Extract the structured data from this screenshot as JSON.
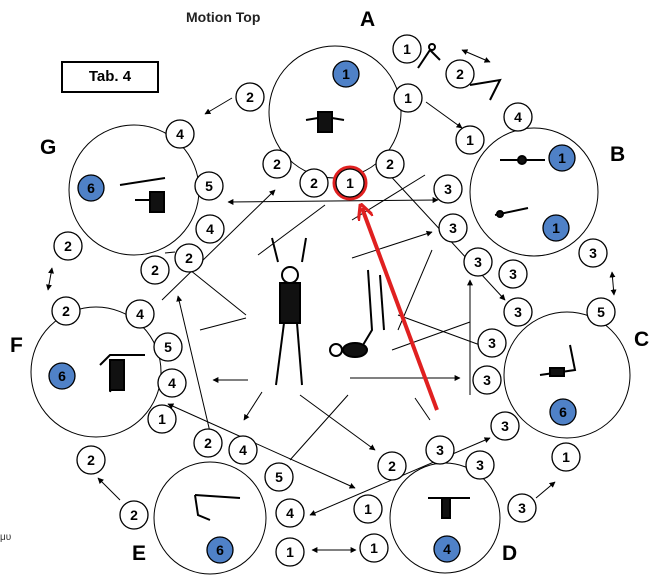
{
  "header": {
    "title": "Motion Top",
    "tab_label": "Tab. 4",
    "stray_text": "μυ"
  },
  "stations": [
    {
      "letter": "A",
      "count": "1"
    },
    {
      "letter": "B",
      "counts": [
        "1",
        "1"
      ]
    },
    {
      "letter": "C",
      "count": "6"
    },
    {
      "letter": "D",
      "count": "4"
    },
    {
      "letter": "E",
      "count": "6"
    },
    {
      "letter": "F",
      "count": "6"
    },
    {
      "letter": "G",
      "count": "6"
    }
  ],
  "colors": {
    "marker_fill": "#4f81c7",
    "highlight": "#e02020",
    "ink": "#000000"
  }
}
